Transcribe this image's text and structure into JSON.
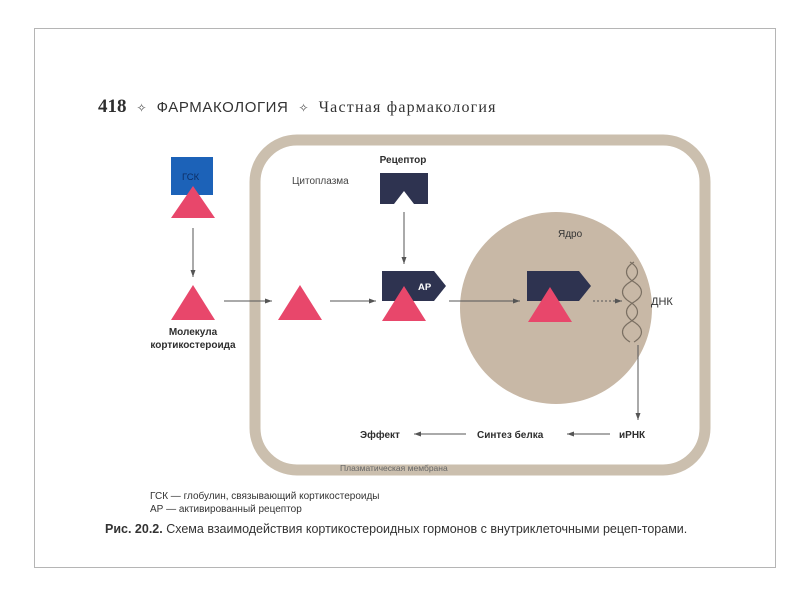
{
  "header": {
    "page_number": "418",
    "separator": "✧",
    "title": "ФАРМАКОЛОГИЯ",
    "subtitle": "Частная фармакология"
  },
  "diagram": {
    "gsk_label": "ГСК",
    "molecule_label_line1": "Молекула",
    "molecule_label_line2": "кортикостероида",
    "cytoplasm_label": "Цитоплазма",
    "receptor_label": "Рецептор",
    "ar_label": "АР",
    "nucleus_label": "Ядро",
    "dna_label": "ДНК",
    "mrna_label": "иРНК",
    "protein_synthesis_label": "Синтез белка",
    "effect_label": "Эффект",
    "membrane_label": "Плазматическая мембрана"
  },
  "legend": {
    "line1": "ГСК — глобулин, связывающий кортикостероиды",
    "line2": "АР — активированный рецептор"
  },
  "caption": {
    "figure": "Рис. 20.2.",
    "text": "Схема взаимодействия кортикостероидных гормонов с внутриклеточными рецеп-торами."
  },
  "colors": {
    "steroid": "#e8476b",
    "receptor": "#2e3350",
    "gsk": "#1c62b8",
    "cell_border": "#cbbfae",
    "nucleus": "#c8b8a6"
  }
}
